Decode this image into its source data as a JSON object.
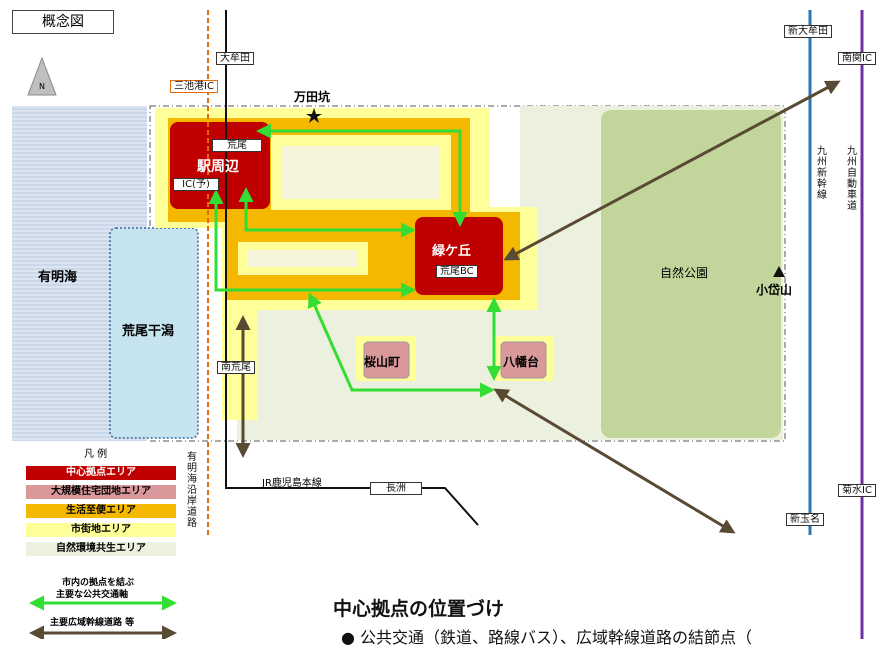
{
  "title_box": "概念図",
  "north_label": "N",
  "sea_label": "有明海",
  "tidal_flat_label": "荒尾干潟",
  "hotspots": {
    "station_area": "駅周辺",
    "midorigaoka": "緑ケ丘",
    "sakurayama": "桜山町",
    "yawatadai": "八幡台",
    "nature_park": "自然公園"
  },
  "landmarks": {
    "manda_pit": "万田坑",
    "odaisan": "小岱山"
  },
  "stations": {
    "omuta": "大牟田",
    "arao": "荒尾",
    "minami_arao": "南荒尾",
    "nagasu": "長洲",
    "shin_omuta": "新大牟田",
    "shin_tamana": "新玉名"
  },
  "interchanges": {
    "miikeko": "三池港IC",
    "ic_planned": "IC(予)",
    "arao_bc": "荒尾BC",
    "minamiseki": "南関IC",
    "kikusui": "菊水IC"
  },
  "lines": {
    "kagoshima_main": "JR鹿児島本線",
    "shinkansen": "九州新幹線",
    "expressway": "九州自動車道",
    "coastal_road": "有明海沿岸道路"
  },
  "legend": {
    "title": "凡 例",
    "items": [
      {
        "label": "中心拠点エリア",
        "color": "#c00000",
        "text_color": "#ffffff"
      },
      {
        "label": "大規模住宅団地エリア",
        "color": "#d9999b",
        "text_color": "#000000"
      },
      {
        "label": "生活至便エリア",
        "color": "#f5b800",
        "text_color": "#000000"
      },
      {
        "label": "市街地エリア",
        "color": "#ffff99",
        "text_color": "#000000"
      },
      {
        "label": "自然環境共生エリア",
        "color": "#ebf1de",
        "text_color": "#000000"
      }
    ],
    "transit_label_line1": "市内の拠点を結ぶ",
    "transit_label_line2": "主要な公共交通軸",
    "road_label": "主要広域幹線道路 等"
  },
  "heading": "中心拠点の位置づけ",
  "bullet_text": "● 公共交通（鉄道、路線バス）、広域幹線道路の結節点（"
}
